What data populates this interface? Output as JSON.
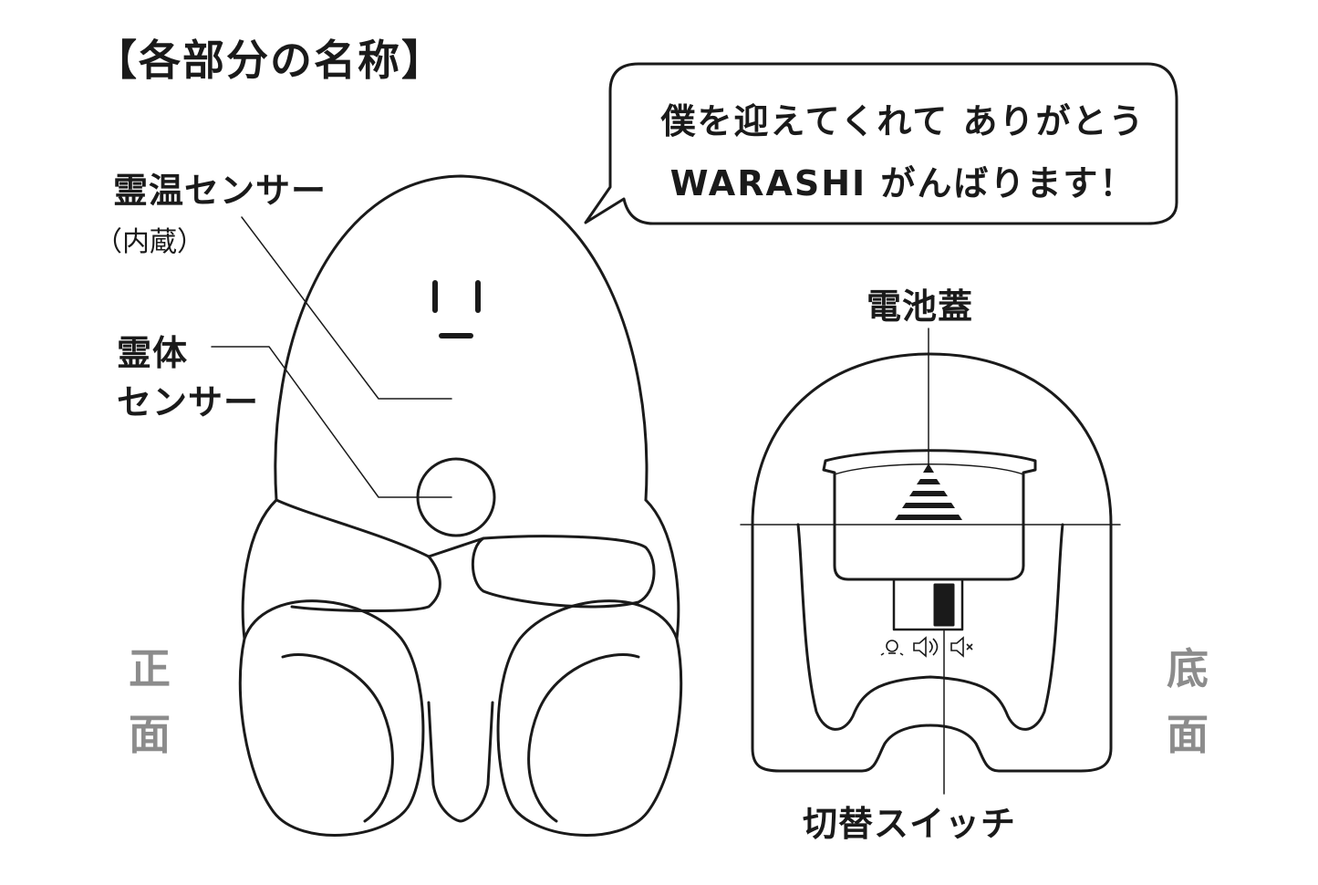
{
  "heading": "【各部分の名称】",
  "speech_bubble": {
    "line1": "僕を迎えてくれて ありがとう",
    "line2": "WARASHI がんばります！"
  },
  "front_view": {
    "side_label": [
      "正",
      "面"
    ],
    "spirit_temp_sensor": {
      "label": "霊温センサー",
      "note": "（内蔵）"
    },
    "spirit_body_sensor": {
      "label_line1": "霊体",
      "label_line2": "センサー"
    }
  },
  "bottom_view": {
    "side_label": [
      "底",
      "面"
    ],
    "battery_cover": "電池蓋",
    "mode_switch": "切替スイッチ",
    "switch_icons": [
      "light-bulb-icon",
      "speaker-on-icon",
      "speaker-mute-icon"
    ]
  },
  "colors": {
    "line": "#1a1a1a",
    "side_label": "#8c8c8c",
    "background": "#ffffff"
  }
}
